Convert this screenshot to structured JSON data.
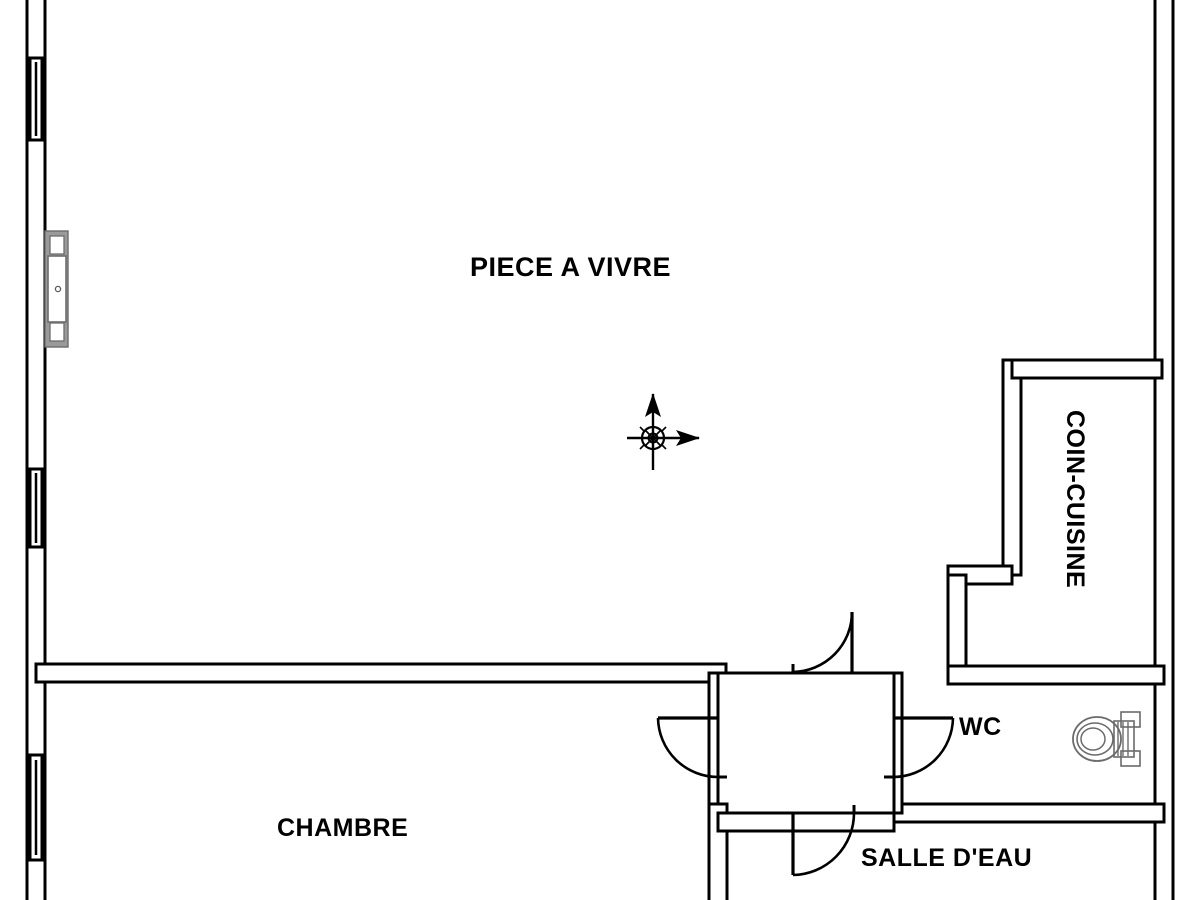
{
  "drawing": {
    "type": "architectural-floor-plan",
    "title": "PIECE A VIVRE",
    "line_color": "#000000",
    "fill_color": "#ffffff",
    "door_frame_color": "#9a9a9a",
    "fixture_color": "#6b6b6b"
  },
  "rooms": [
    {
      "id": "piece-a-vivre",
      "label": "PIECE A VIVRE",
      "orientation": "horizontal"
    },
    {
      "id": "coin-cuisine",
      "label": "COIN-CUISINE",
      "orientation": "vertical"
    },
    {
      "id": "chambre",
      "label": "CHAMBRE",
      "orientation": "horizontal"
    },
    {
      "id": "wc",
      "label": "WC",
      "orientation": "horizontal"
    },
    {
      "id": "salle-deau",
      "label": "SALLE D'EAU",
      "orientation": "horizontal"
    }
  ],
  "symbols": {
    "ucs_axis": "ucs-axis-icon",
    "toilet": "toilet-fixture-icon",
    "entry_door": "entry-door-icon"
  },
  "openings": {
    "windows": [
      {
        "id": "window-left-top",
        "wall": "left",
        "label": "window"
      },
      {
        "id": "window-left-middle",
        "wall": "left",
        "label": "window"
      },
      {
        "id": "window-left-bottom",
        "wall": "left",
        "label": "window"
      }
    ],
    "doors": [
      {
        "id": "door-entry-left",
        "label": "entry door"
      },
      {
        "id": "door-hall-north",
        "label": "door"
      },
      {
        "id": "door-hall-west",
        "label": "door"
      },
      {
        "id": "door-hall-south",
        "label": "door"
      },
      {
        "id": "door-wc",
        "label": "door"
      }
    ]
  }
}
